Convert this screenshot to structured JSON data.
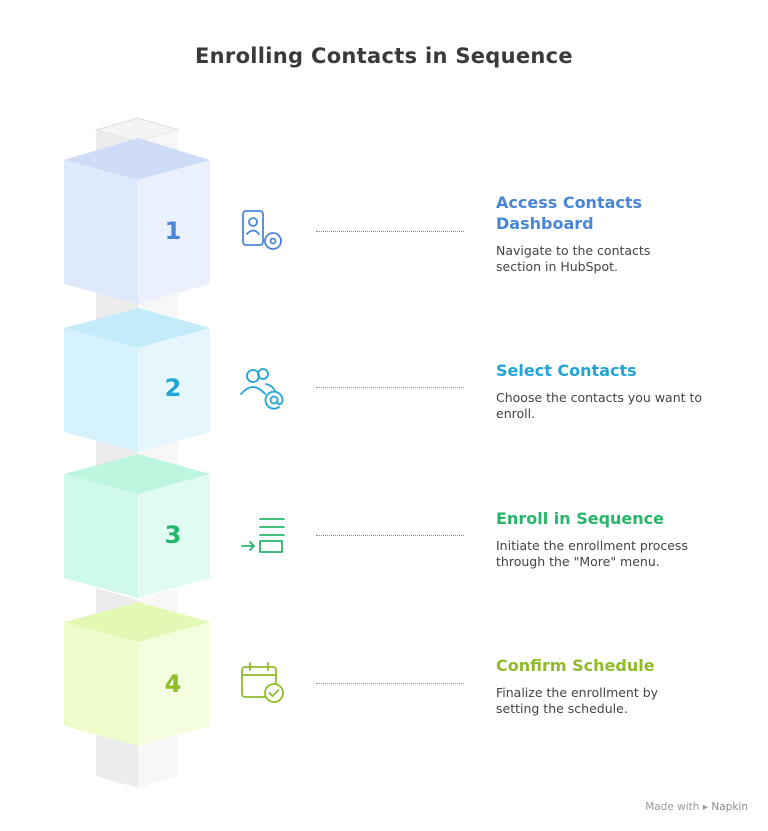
{
  "title": "Enrolling Contacts in Sequence",
  "colors": {
    "pillar_front": "#ececec",
    "pillar_side": "#f7f7f7",
    "pillar_edge": "#d9d9d9"
  },
  "steps": [
    {
      "number": "1",
      "title": "Access Contacts Dashboard",
      "description": "Navigate to the contacts section in HubSpot.",
      "icon": "contact-card-icon",
      "accent": "#4a86d8",
      "front": "#dfe9fc",
      "side": "#eaf1fd",
      "top": "#cfdcf7"
    },
    {
      "number": "2",
      "title": "Select Contacts",
      "description": "Choose the contacts you want to enroll.",
      "icon": "users-at-icon",
      "accent": "#22a5d6",
      "front": "#d6f2fc",
      "side": "#e5f7fd",
      "top": "#c3ebf9"
    },
    {
      "number": "3",
      "title": "Enroll in Sequence",
      "description": "Initiate the enrollment process through the \"More\" menu.",
      "icon": "enroll-list-icon",
      "accent": "#27b56a",
      "front": "#cffaea",
      "side": "#e0fcf2",
      "top": "#bdf5df"
    },
    {
      "number": "4",
      "title": "Confirm Schedule",
      "description": "Finalize the enrollment by setting the schedule.",
      "icon": "calendar-check-icon",
      "accent": "#8fbb2a",
      "front": "#eefccc",
      "side": "#f5fddf",
      "top": "#e3f8b3"
    }
  ],
  "footer": {
    "made_with": "Made with",
    "brand": "Napkin"
  }
}
